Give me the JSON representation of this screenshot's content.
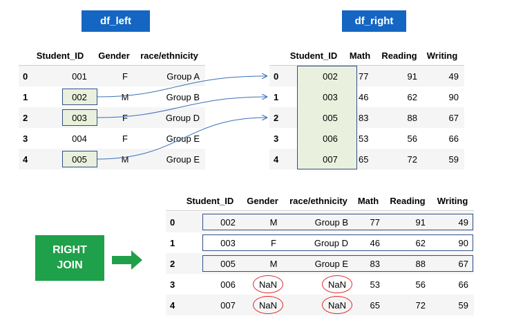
{
  "labels": {
    "df_left": "df_left",
    "df_right": "df_right",
    "right_join_line1": "RIGHT",
    "right_join_line2": "JOIN"
  },
  "colors": {
    "label_blue": "#1466c2",
    "join_green": "#1fa04a",
    "arrow_green": "#20a04a",
    "highlight_fill": "#e9f1de",
    "outline_blue": "#2e4d87",
    "nan_red": "#e0262b"
  },
  "left_table": {
    "headers": [
      "Student_ID",
      "Gender",
      "race/ethnicity"
    ],
    "rows": [
      {
        "idx": "0",
        "id": "001",
        "gender": "F",
        "race": "Group A"
      },
      {
        "idx": "1",
        "id": "002",
        "gender": "M",
        "race": "Group B"
      },
      {
        "idx": "2",
        "id": "003",
        "gender": "F",
        "race": "Group D"
      },
      {
        "idx": "3",
        "id": "004",
        "gender": "F",
        "race": "Group E"
      },
      {
        "idx": "4",
        "id": "005",
        "gender": "M",
        "race": "Group E"
      }
    ]
  },
  "right_table": {
    "headers": [
      "Student_ID",
      "Math",
      "Reading",
      "Writing"
    ],
    "rows": [
      {
        "idx": "0",
        "id": "002",
        "math": "77",
        "reading": "91",
        "writing": "49"
      },
      {
        "idx": "1",
        "id": "003",
        "math": "46",
        "reading": "62",
        "writing": "90"
      },
      {
        "idx": "2",
        "id": "005",
        "math": "83",
        "reading": "88",
        "writing": "67"
      },
      {
        "idx": "3",
        "id": "006",
        "math": "53",
        "reading": "56",
        "writing": "66"
      },
      {
        "idx": "4",
        "id": "007",
        "math": "65",
        "reading": "72",
        "writing": "59"
      }
    ]
  },
  "result_table": {
    "headers": [
      "Student_ID",
      "Gender",
      "race/ethnicity",
      "Math",
      "Reading",
      "Writing"
    ],
    "rows": [
      {
        "idx": "0",
        "id": "002",
        "gender": "M",
        "race": "Group B",
        "math": "77",
        "reading": "91",
        "writing": "49"
      },
      {
        "idx": "1",
        "id": "003",
        "gender": "F",
        "race": "Group D",
        "math": "46",
        "reading": "62",
        "writing": "90"
      },
      {
        "idx": "2",
        "id": "005",
        "gender": "M",
        "race": "Group E",
        "math": "83",
        "reading": "88",
        "writing": "67"
      },
      {
        "idx": "3",
        "id": "006",
        "gender": "NaN",
        "race": "NaN",
        "math": "53",
        "reading": "56",
        "writing": "66"
      },
      {
        "idx": "4",
        "id": "007",
        "gender": "NaN",
        "race": "NaN",
        "math": "65",
        "reading": "72",
        "writing": "59"
      }
    ]
  }
}
